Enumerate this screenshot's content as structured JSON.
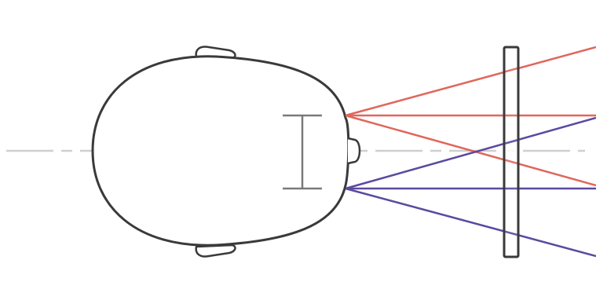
{
  "diagram": {
    "kind": "binocular-vision-top-view",
    "elements": [
      "head-outline",
      "ear-left",
      "ear-right",
      "nose",
      "center-axis",
      "eye-separation-marker",
      "screen-plate",
      "left-eye-rays",
      "right-eye-rays"
    ],
    "colors": {
      "outline": "#3a3a3a",
      "axis": "#c9c9c9",
      "marker": "#7a7a7a",
      "upper_eye_rays": "#e0675c",
      "lower_eye_rays": "#5b4aa0",
      "background": "#ffffff"
    }
  }
}
